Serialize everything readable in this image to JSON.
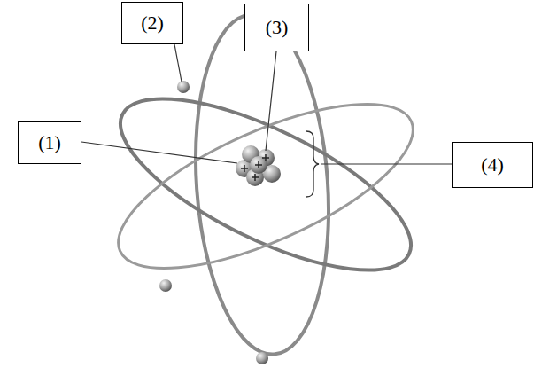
{
  "diagram": {
    "nodes": [
      {
        "text": [
          "(2)"
        ]
      },
      {
        "text": [
          "(3)"
        ]
      },
      {
        "text": [
          "(1)"
        ]
      },
      {
        "text": [
          "(4)"
        ]
      }
    ]
  }
}
